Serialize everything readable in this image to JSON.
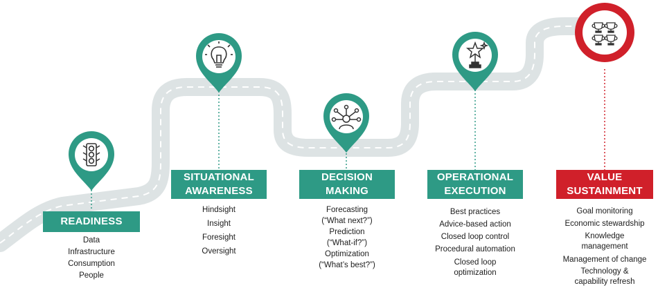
{
  "colors": {
    "teal": "#2e9a85",
    "red": "#d0202a",
    "road": "#dde3e4",
    "road_dash": "#ffffff"
  },
  "stages": [
    {
      "id": "readiness",
      "title_lines": [
        "READINESS"
      ],
      "color": "teal",
      "icon": "traffic-light-icon",
      "items": [
        "Data",
        "Infrastructure",
        "Consumption",
        "People"
      ]
    },
    {
      "id": "situational-awareness",
      "title_lines": [
        "SITUATIONAL",
        "AWARENESS"
      ],
      "color": "teal",
      "icon": "lightbulb-icon",
      "items": [
        "Hindsight",
        "Insight",
        "Foresight",
        "Oversight"
      ]
    },
    {
      "id": "decision-making",
      "title_lines": [
        "DECISION",
        "MAKING"
      ],
      "color": "teal",
      "icon": "decision-person-icon",
      "items": [
        "Forecasting",
        "(“What next?”)",
        "Prediction",
        "(“What-if?”)",
        "Optimization",
        "(“What’s best?”)"
      ]
    },
    {
      "id": "operational-execution",
      "title_lines": [
        "OPERATIONAL",
        "EXECUTION"
      ],
      "color": "teal",
      "icon": "star-trophy-icon",
      "items": [
        "Best practices",
        "Advice-based action",
        "Closed loop control",
        "Procedural automation",
        "Closed loop",
        "optimization"
      ]
    },
    {
      "id": "value-sustainment",
      "title_lines": [
        "VALUE",
        "SUSTAINMENT"
      ],
      "color": "red",
      "icon": "trophies-icon",
      "items": [
        "Goal monitoring",
        "Economic stewardship",
        "Knowledge",
        "management",
        "Management of change",
        "Technology &",
        "capability refresh"
      ]
    }
  ]
}
